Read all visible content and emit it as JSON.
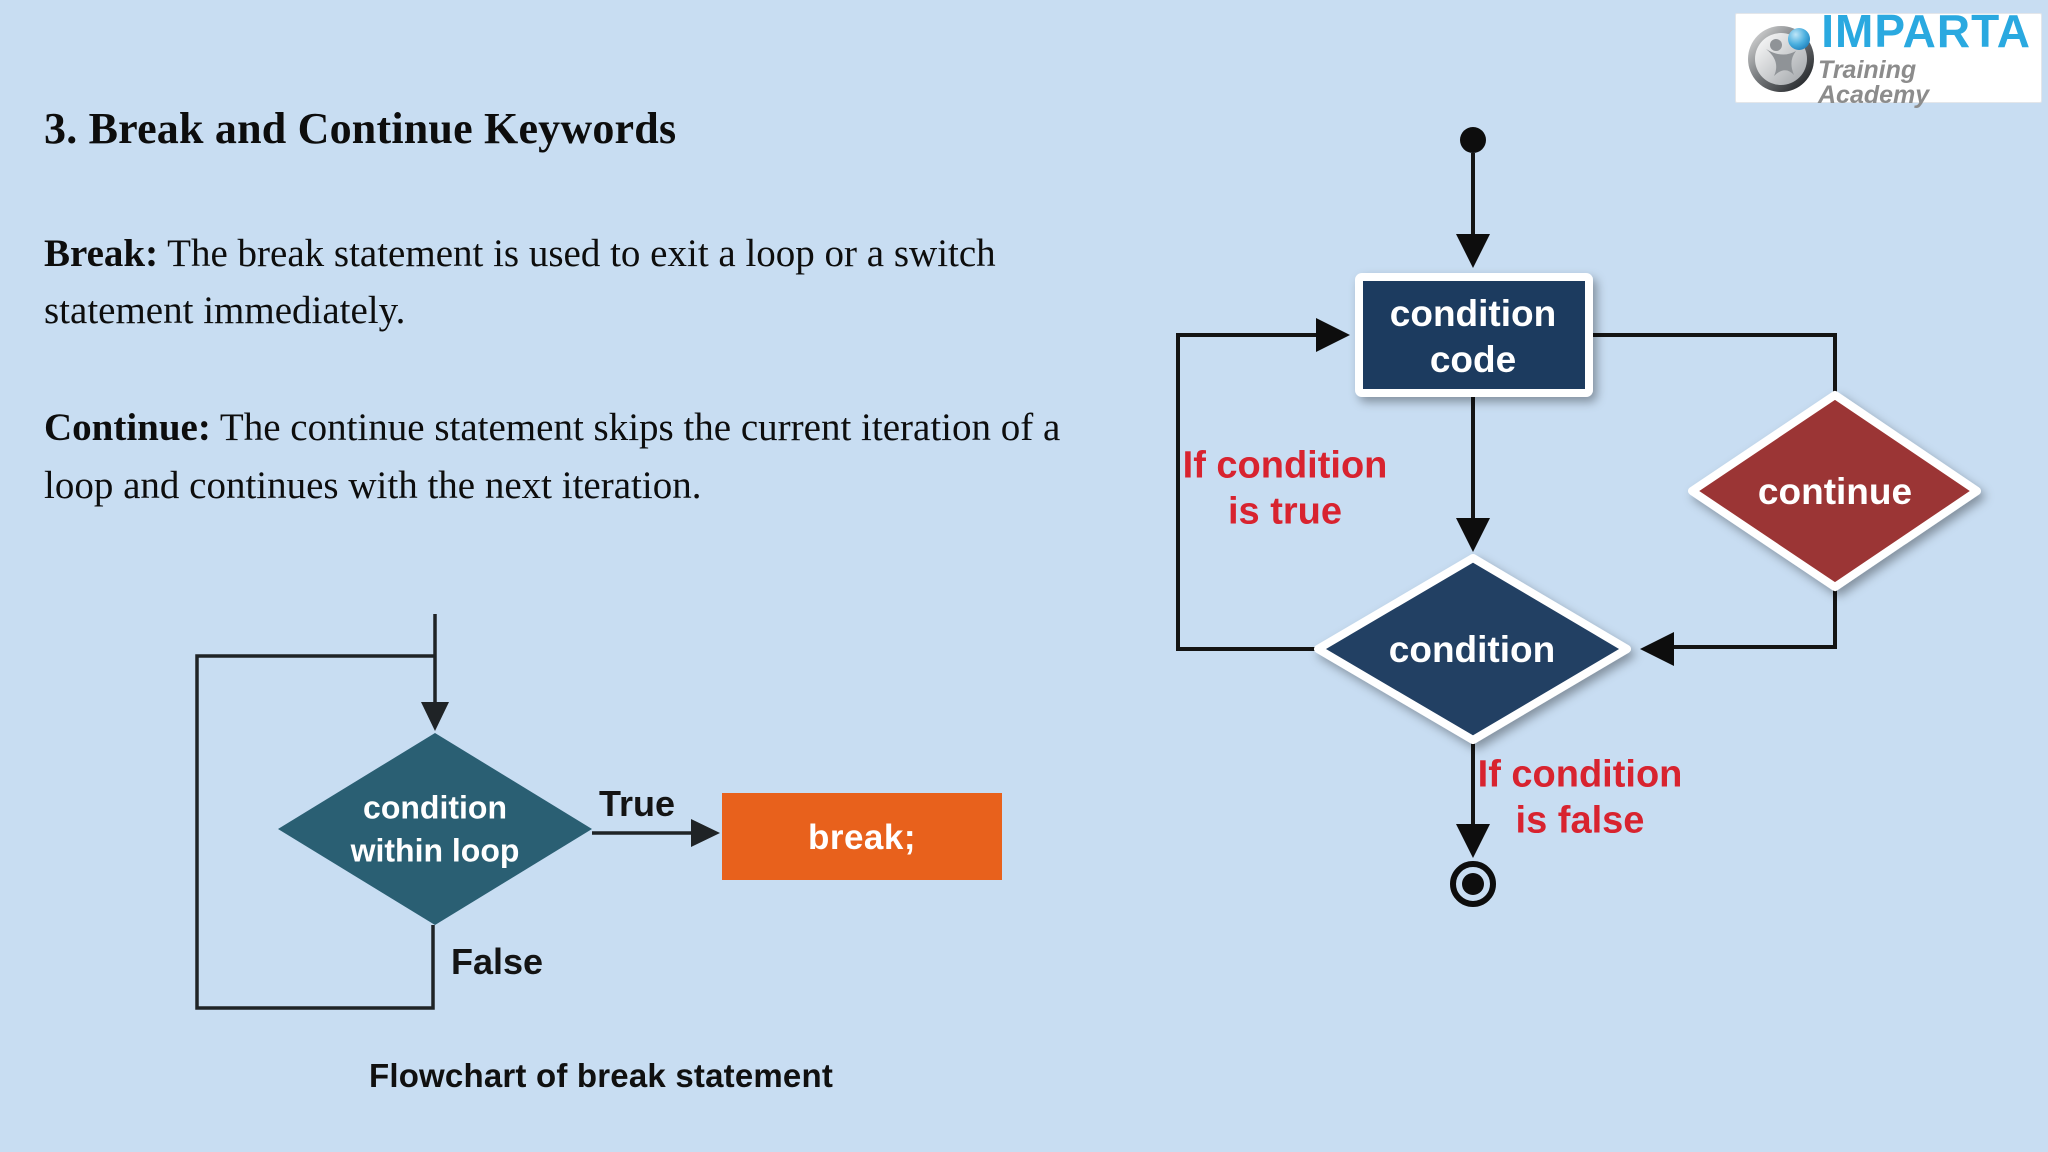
{
  "page": {
    "background": "#c8ddf2",
    "line_color": "#1a1a1a"
  },
  "logo": {
    "brand": "IMPARTA",
    "tagline": "Training Academy",
    "brand_color": "#2aa9e0",
    "tagline_color": "#8c8c8c"
  },
  "content": {
    "title": "3. Break and Continue Keywords",
    "paragraphs": [
      {
        "label": "Break:",
        "text": " The break statement is used to exit a loop or a switch statement immediately."
      },
      {
        "label": "Continue:",
        "text": " The continue statement skips the current iteration of a loop and continues with the next iteration."
      }
    ]
  },
  "break_chart": {
    "diamond_label_line1": "condition",
    "diamond_label_line2": "within loop",
    "true_label": "True",
    "false_label": "False",
    "action_label": "break;",
    "caption": "Flowchart of break statement",
    "colors": {
      "diamond": "#2a5f73",
      "action": "#e8611c"
    }
  },
  "continue_chart": {
    "process_label_line1": "condition",
    "process_label_line2": "code",
    "decision_label": "condition",
    "continue_label": "continue",
    "true_note_line1": "If condition",
    "true_note_line2": "is true",
    "false_note_line1": "If condition",
    "false_note_line2": "is false",
    "colors": {
      "process": "#1e3a5e",
      "decision": "#223f63",
      "continue": "#9b3634",
      "note": "#d8232f"
    }
  }
}
